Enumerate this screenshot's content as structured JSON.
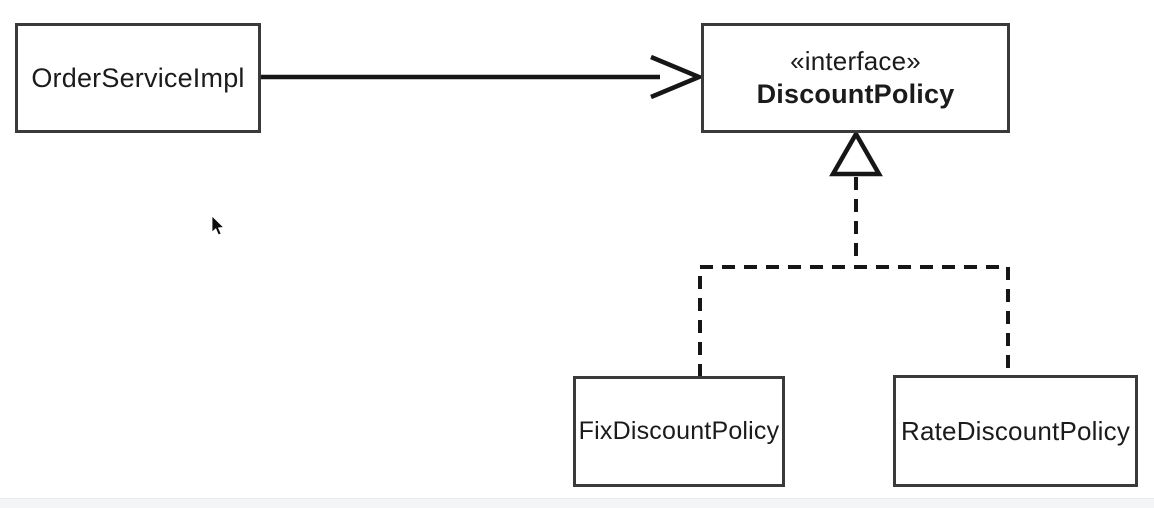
{
  "diagram": {
    "type": "uml-class-diagram",
    "nodes": {
      "order_service_impl": {
        "label": "OrderServiceImpl"
      },
      "discount_policy": {
        "stereotype": "«interface»",
        "label": "DiscountPolicy"
      },
      "fix_discount_policy": {
        "label": "FixDiscountPolicy"
      },
      "rate_discount_policy": {
        "label": "RateDiscountPolicy"
      }
    },
    "relationships": [
      {
        "from": "OrderServiceImpl",
        "to": "DiscountPolicy",
        "kind": "dependency",
        "line": "solid",
        "arrowhead": "open"
      },
      {
        "from": "FixDiscountPolicy",
        "to": "DiscountPolicy",
        "kind": "realization",
        "line": "dashed",
        "arrowhead": "hollow-triangle"
      },
      {
        "from": "RateDiscountPolicy",
        "to": "DiscountPolicy",
        "kind": "realization",
        "line": "dashed",
        "arrowhead": "hollow-triangle"
      }
    ],
    "colors": {
      "background": "#ffffff",
      "line": "#161616",
      "box_border": "#3a3a3a",
      "text": "#1b1b1b",
      "bottom_band": "#f4f5f7"
    },
    "icons": {
      "cursor": "mouse-pointer-icon",
      "dependency_arrow": "open-arrowhead-icon",
      "realization_arrow": "hollow-triangle-icon"
    }
  }
}
